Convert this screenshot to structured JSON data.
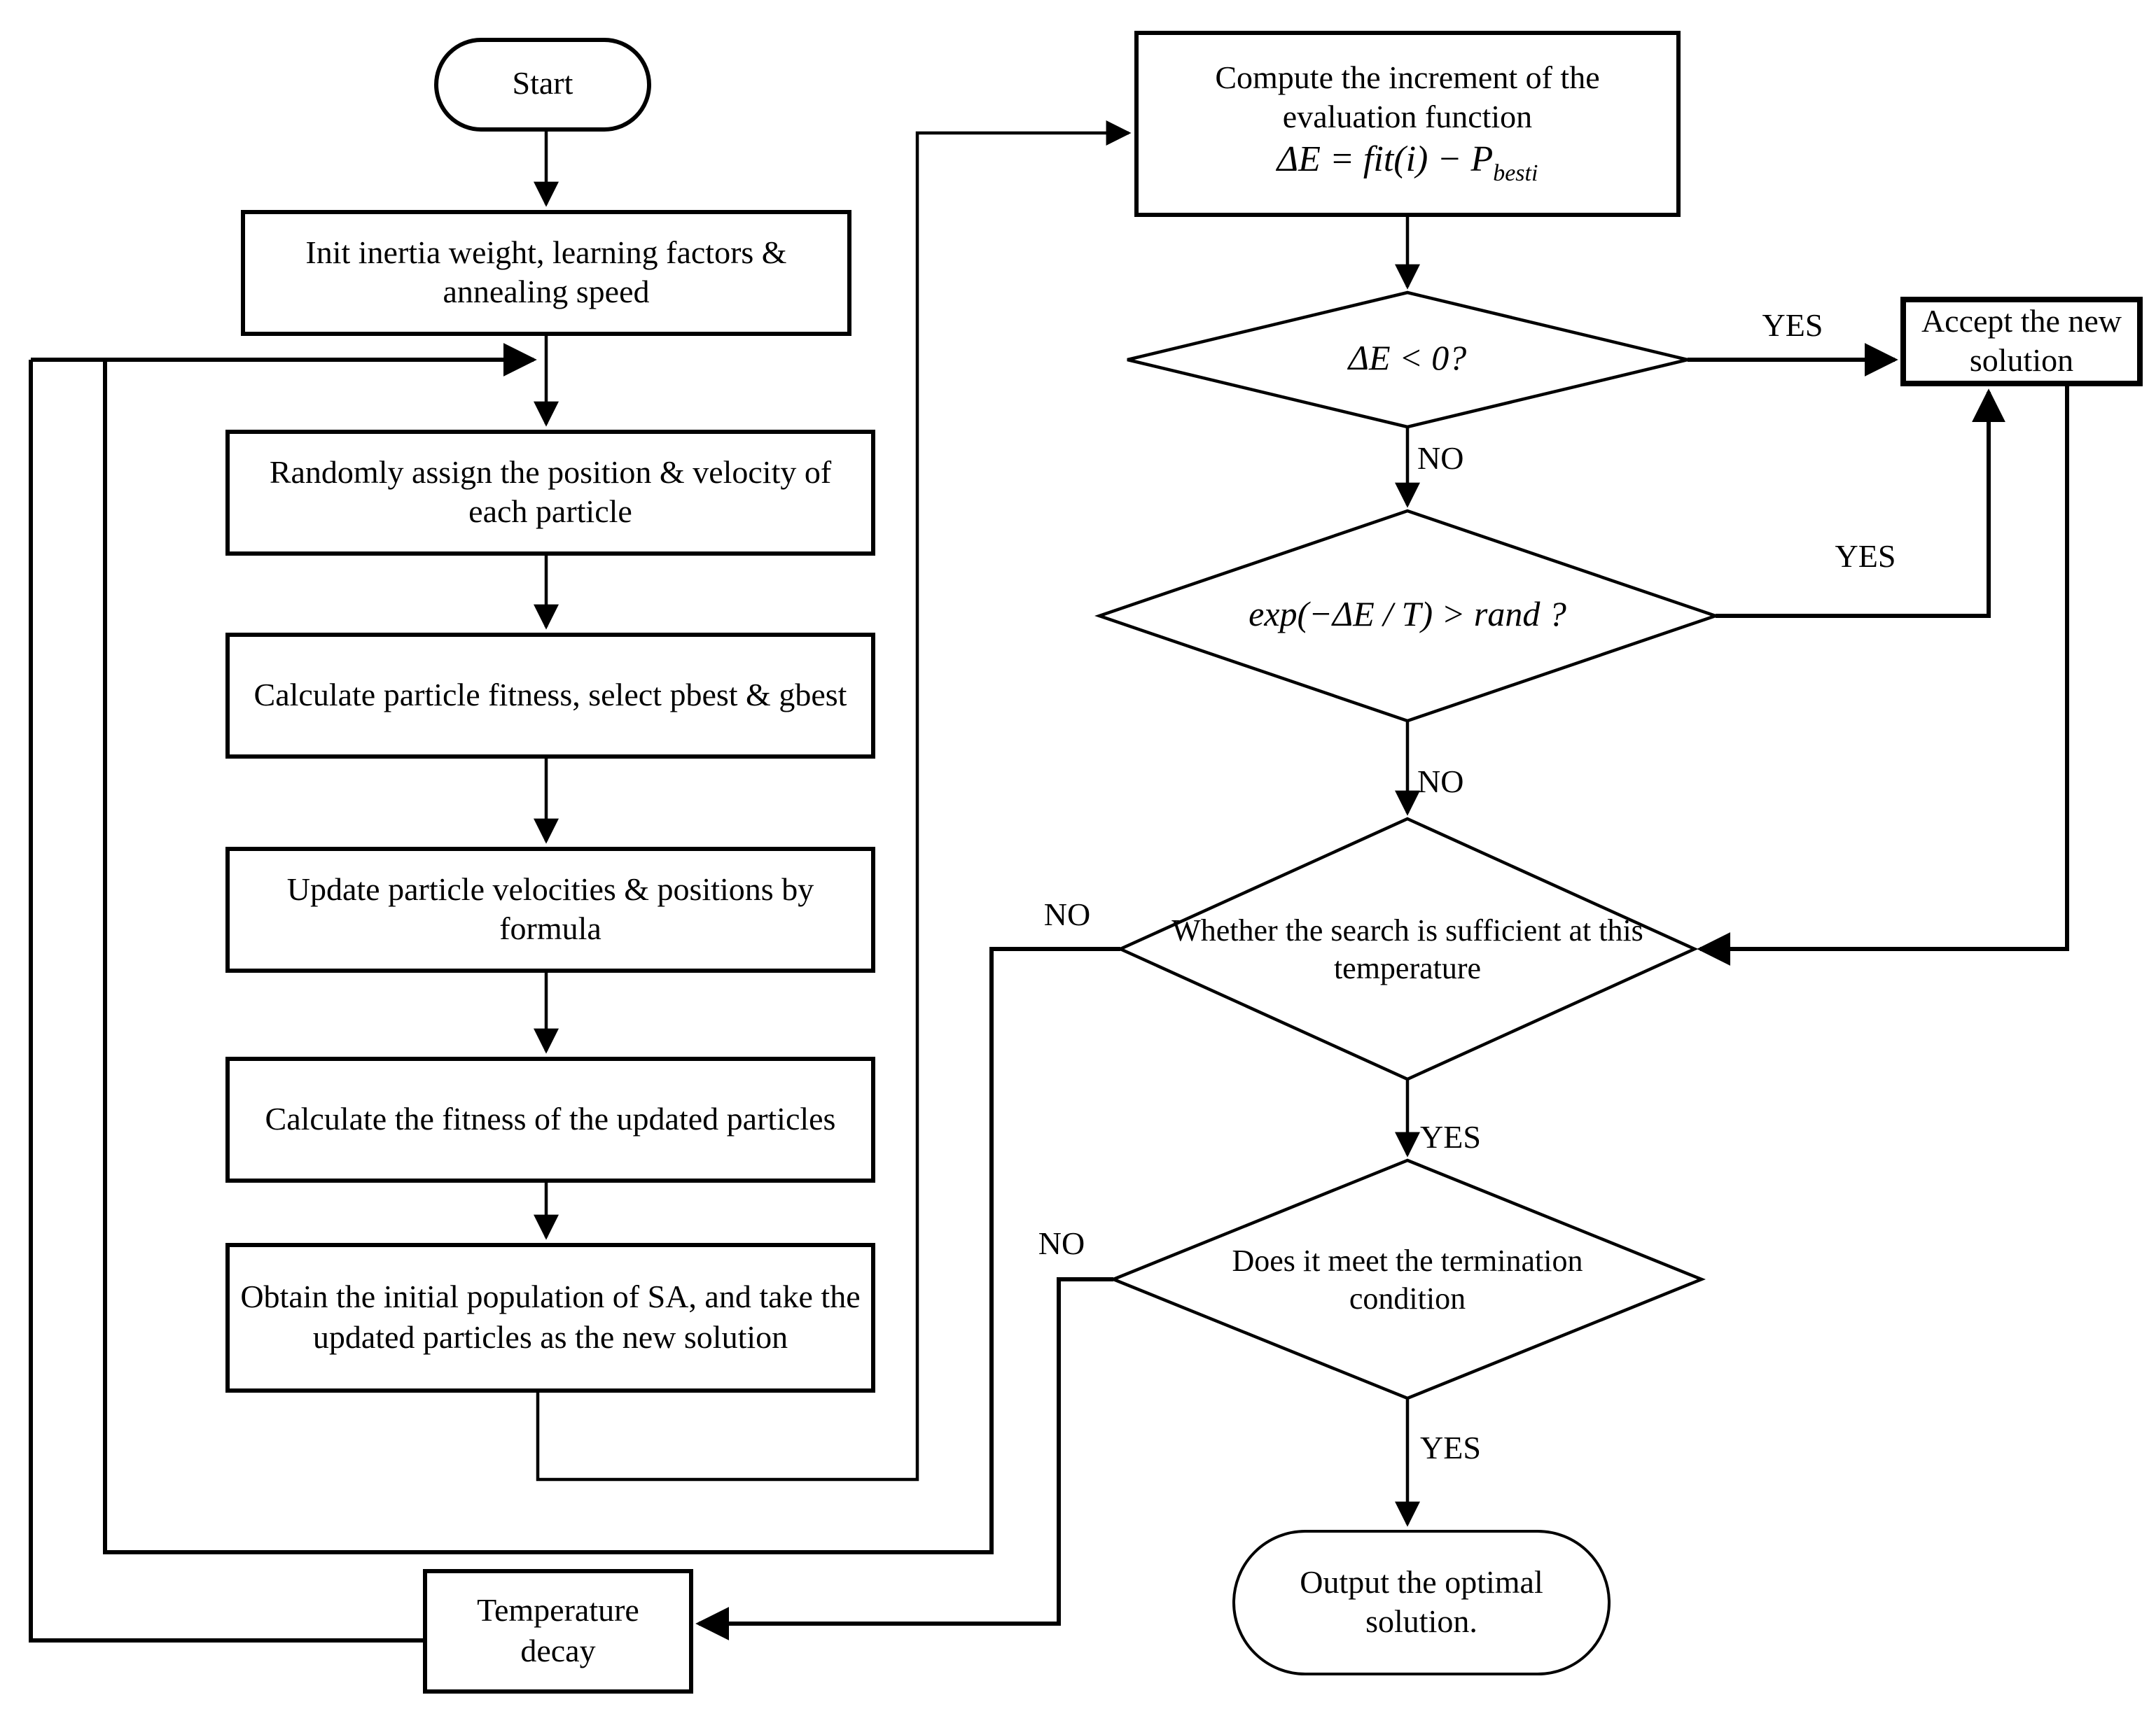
{
  "diagram": {
    "background": "#ffffff",
    "line_color": "#000000",
    "nodes": {
      "start": "Start",
      "init": "Init inertia weight, learning factors & annealing speed",
      "assign": "Randomly assign the position & velocity of each particle",
      "select_best": "Calculate particle fitness, select pbest & gbest",
      "update": "Update particle velocities & positions by formula",
      "fitness_updated": "Calculate the fitness of the updated particles",
      "obtain": "Obtain the initial population of SA, and take the updated particles as the new solution",
      "compute_line1": "Compute the increment of the",
      "compute_line2": "evaluation function",
      "compute_formula_main": "ΔE = fit(i) − P",
      "compute_formula_sub": "besti",
      "decision_delta": "ΔE < 0?",
      "decision_exp": "exp(−ΔE / T) > rand ?",
      "decision_search": "Whether the search is sufficient at this temperature",
      "decision_termination": "Does it meet the termination condition",
      "accept": "Accept the new solution",
      "temp_decay": "Temperature decay",
      "output": "Output the optimal solution."
    },
    "edge_labels": {
      "delta_yes": "YES",
      "delta_no": "NO",
      "exp_yes": "YES",
      "exp_no": "NO",
      "search_no": "NO",
      "search_yes": "YES",
      "termination_no": "NO",
      "termination_yes": "YES"
    }
  }
}
